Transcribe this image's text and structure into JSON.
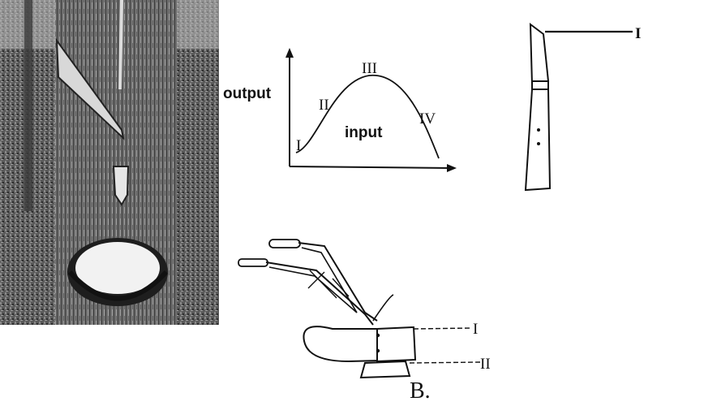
{
  "photo": {
    "description_icon": "rubber-tapping-photo"
  },
  "curve_graph": {
    "y_label": "output",
    "x_label": "input",
    "stages": [
      "I",
      "II",
      "III",
      "IV"
    ]
  },
  "tool_knife": {
    "part_label": "I"
  },
  "plough": {
    "part_labels": [
      "I",
      "II"
    ],
    "figure_label": "B."
  },
  "colors": {
    "ink": "#111111",
    "latex": "#f2f2f2",
    "bark": "#555555"
  }
}
